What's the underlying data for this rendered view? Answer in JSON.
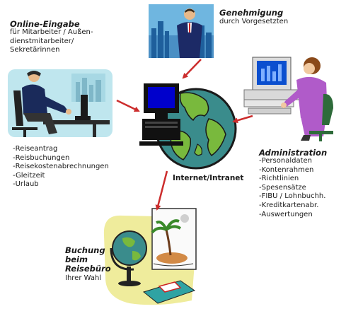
{
  "online": {
    "title": "Online-Eingabe",
    "lines": [
      "für Mitarbeiter / Außen-",
      "dienstmitarbeiter/",
      "Sekretärinnen"
    ],
    "items": [
      "-Reiseantrag",
      "-Reisbuchungen",
      "-Reisekostenabrechnungen",
      "-Gleitzeit",
      "-Urlaub"
    ]
  },
  "approval": {
    "title": "Genehmigung",
    "subtitle": "durch Vorgesetzten"
  },
  "admin": {
    "title": "Administration",
    "items": [
      "-Personaldaten",
      "-Kontenrahmen",
      "-Richtlinien",
      "-Spesensätze",
      "-FIBU / Lohnbuchh.",
      "-Kreditkartenabr.",
      "-Auswertungen"
    ]
  },
  "network": {
    "label": "Internet/Intranet"
  },
  "booking": {
    "lines": [
      "Buchung",
      "beim",
      "Reisebüro"
    ],
    "sub": "Ihrer Wahl"
  },
  "colors": {
    "arrow": "#cc2d2d",
    "globe_water": "#3a8c8c",
    "globe_land": "#79b93d",
    "monitor_blue": "#0000cc",
    "purple": "#b05bc9",
    "bg_cyan": "#bfe6ee"
  }
}
